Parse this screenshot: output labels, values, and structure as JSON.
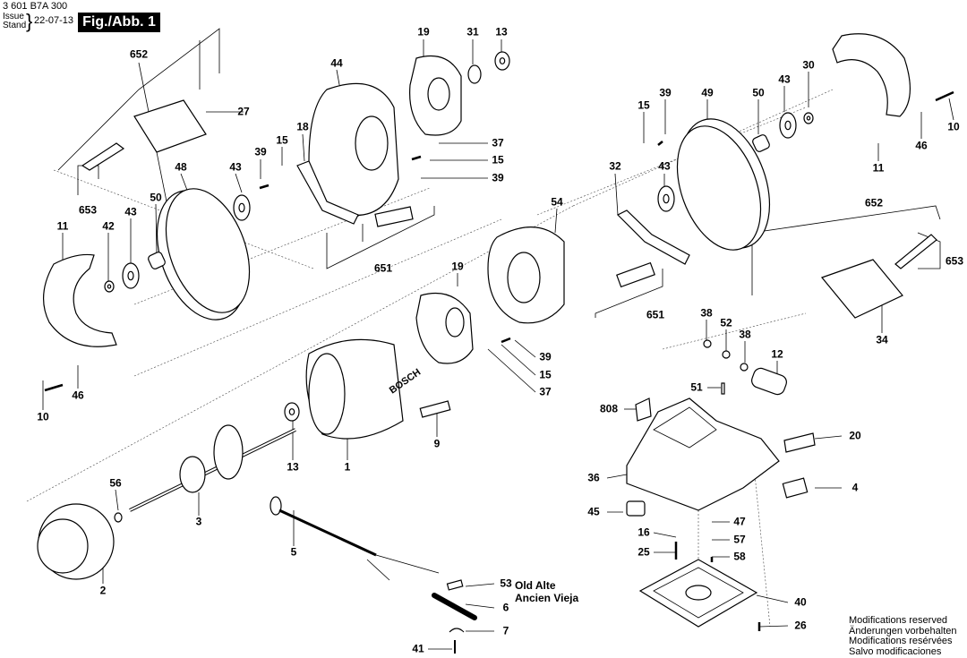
{
  "header": {
    "part_code": "3 601 B7A 300",
    "issue_label_1": "Issue",
    "issue_label_2": "Stand",
    "issue_date": "22-07-13",
    "figure_label": "Fig./Abb. 1"
  },
  "old_part_note": {
    "line1": "Old Alte",
    "line2": "Ancien Vieja"
  },
  "footer_note": [
    "Modifications reserved",
    "Änderungen vorbehalten",
    "Modifications resérvées",
    "Salvo modificaciones"
  ],
  "part_labels": [
    {
      "id": "652-left",
      "text": "652"
    },
    {
      "id": "27",
      "text": "27"
    },
    {
      "id": "653-left",
      "text": "653"
    },
    {
      "id": "44",
      "text": "44"
    },
    {
      "id": "19-top",
      "text": "19"
    },
    {
      "id": "31",
      "text": "31"
    },
    {
      "id": "13-top",
      "text": "13"
    },
    {
      "id": "37-top",
      "text": "37"
    },
    {
      "id": "15-top-right",
      "text": "15"
    },
    {
      "id": "39-top-right",
      "text": "39"
    },
    {
      "id": "18",
      "text": "18"
    },
    {
      "id": "15-top-left",
      "text": "15"
    },
    {
      "id": "39-top-left",
      "text": "39"
    },
    {
      "id": "48",
      "text": "48"
    },
    {
      "id": "43-left-upper",
      "text": "43"
    },
    {
      "id": "50-left",
      "text": "50"
    },
    {
      "id": "43-left-lower",
      "text": "43"
    },
    {
      "id": "42",
      "text": "42"
    },
    {
      "id": "11-left",
      "text": "11"
    },
    {
      "id": "46-left",
      "text": "46"
    },
    {
      "id": "10-left",
      "text": "10"
    },
    {
      "id": "651-left",
      "text": "651"
    },
    {
      "id": "54",
      "text": "54"
    },
    {
      "id": "19-mid",
      "text": "19"
    },
    {
      "id": "39-mid",
      "text": "39"
    },
    {
      "id": "15-mid",
      "text": "15"
    },
    {
      "id": "37-mid",
      "text": "37"
    },
    {
      "id": "9",
      "text": "9"
    },
    {
      "id": "1",
      "text": "1"
    },
    {
      "id": "13-mid",
      "text": "13"
    },
    {
      "id": "56",
      "text": "56"
    },
    {
      "id": "3",
      "text": "3"
    },
    {
      "id": "2",
      "text": "2"
    },
    {
      "id": "5",
      "text": "5"
    },
    {
      "id": "53",
      "text": "53"
    },
    {
      "id": "6",
      "text": "6"
    },
    {
      "id": "7",
      "text": "7"
    },
    {
      "id": "41",
      "text": "41"
    },
    {
      "id": "15-right",
      "text": "15"
    },
    {
      "id": "39-right",
      "text": "39"
    },
    {
      "id": "49",
      "text": "49"
    },
    {
      "id": "50-right",
      "text": "50"
    },
    {
      "id": "43-right-upper",
      "text": "43"
    },
    {
      "id": "30",
      "text": "30"
    },
    {
      "id": "11-right",
      "text": "11"
    },
    {
      "id": "46-right",
      "text": "46"
    },
    {
      "id": "10-right",
      "text": "10"
    },
    {
      "id": "32",
      "text": "32"
    },
    {
      "id": "43-right-lower",
      "text": "43"
    },
    {
      "id": "652-right",
      "text": "652"
    },
    {
      "id": "653-right",
      "text": "653"
    },
    {
      "id": "34",
      "text": "34"
    },
    {
      "id": "651-right",
      "text": "651"
    },
    {
      "id": "38-a",
      "text": "38"
    },
    {
      "id": "52",
      "text": "52"
    },
    {
      "id": "38-b",
      "text": "38"
    },
    {
      "id": "12",
      "text": "12"
    },
    {
      "id": "51",
      "text": "51"
    },
    {
      "id": "808",
      "text": "808"
    },
    {
      "id": "20",
      "text": "20"
    },
    {
      "id": "36",
      "text": "36"
    },
    {
      "id": "4",
      "text": "4"
    },
    {
      "id": "45",
      "text": "45"
    },
    {
      "id": "47",
      "text": "47"
    },
    {
      "id": "16",
      "text": "16"
    },
    {
      "id": "57",
      "text": "57"
    },
    {
      "id": "25",
      "text": "25"
    },
    {
      "id": "58",
      "text": "58"
    },
    {
      "id": "40",
      "text": "40"
    },
    {
      "id": "26",
      "text": "26"
    }
  ],
  "housing_brand": "BOSCH"
}
